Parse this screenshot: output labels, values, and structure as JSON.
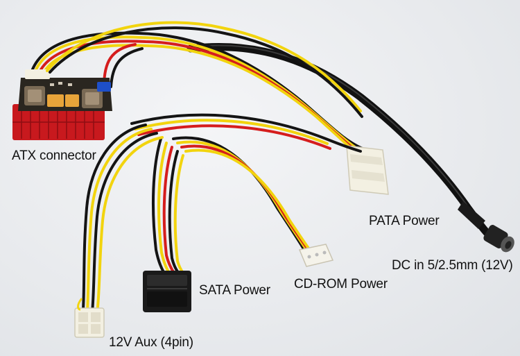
{
  "image": {
    "subject": "pico-psu-cable-harness",
    "background_color": "#e9ebee"
  },
  "labels": {
    "atx_connector": "ATX connector",
    "pata_power": "PATA Power",
    "dc_in": "DC in 5/2.5mm (12V)",
    "sata_power": "SATA Power",
    "cdrom_power": "CD-ROM Power",
    "aux_power": "12V Aux (4pin)"
  },
  "wire_colors": {
    "black": "#141414",
    "yellow": "#f2d40e",
    "red": "#d51d1d",
    "connector_red": "#c8191e",
    "nylon_white": "#f3f0e2",
    "pcb": "#2a2620",
    "cap_orange": "#e8a43a"
  }
}
